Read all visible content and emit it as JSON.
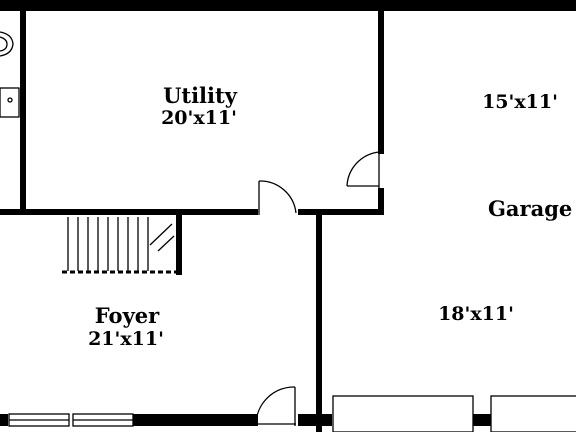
{
  "plan": {
    "line_color": "#000000",
    "background": "#ffffff",
    "rooms": {
      "utility": {
        "name": "Utility",
        "dimensions": "20'x11'"
      },
      "foyer": {
        "name": "Foyer",
        "dimensions": "21'x11'"
      },
      "garage": {
        "name": "Garage",
        "dimensions_upper": "15'x11'",
        "dimensions_lower": "18'x11'"
      }
    },
    "icons": [
      "toilet-icon",
      "sink-icon",
      "staircase-icon",
      "door-swing-icon",
      "window-icon"
    ]
  }
}
